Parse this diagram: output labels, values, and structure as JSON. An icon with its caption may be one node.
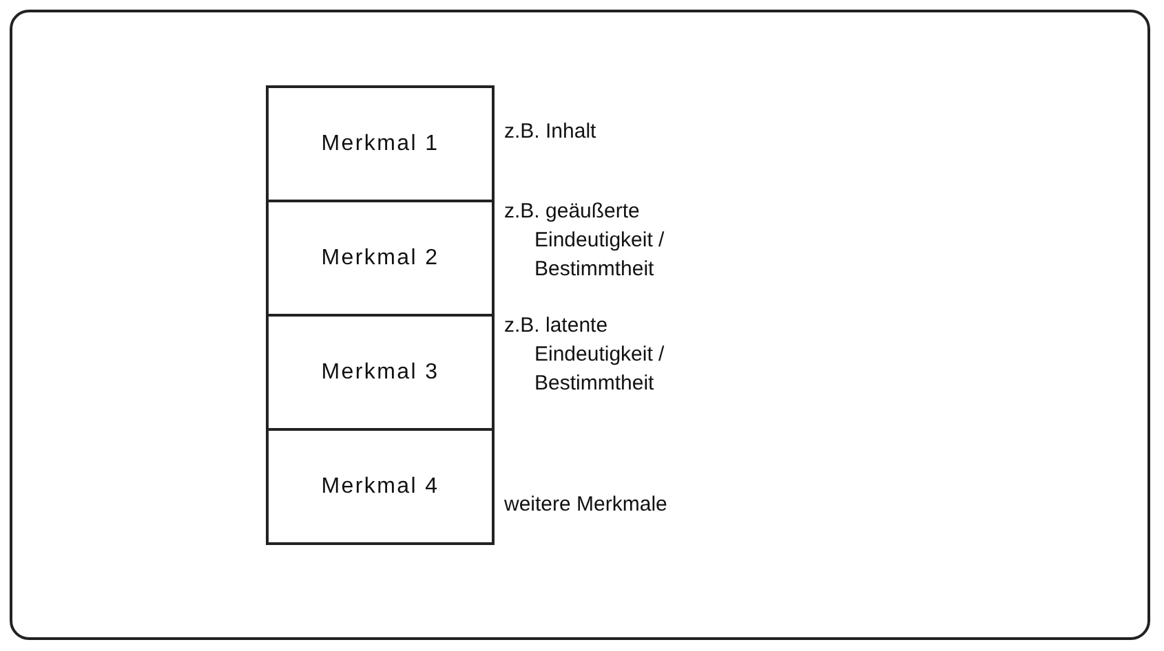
{
  "diagram": {
    "nodes": [
      {
        "text": [
          "Merkmal 1"
        ],
        "beside": [
          "z.B. Inhalt"
        ]
      },
      {
        "text": [
          "Merkmal 2"
        ],
        "beside": [
          "z.B. geäußerte Eindeutigkeit / Bestimmtheit"
        ]
      },
      {
        "text": [
          "Merkmal 3"
        ],
        "beside": [
          "z.B. latente Eindeutigkeit / Bestimmtheit"
        ]
      },
      {
        "text": [
          "Merkmal 4"
        ],
        "beside": [
          "weitere Merkmale"
        ]
      }
    ]
  }
}
